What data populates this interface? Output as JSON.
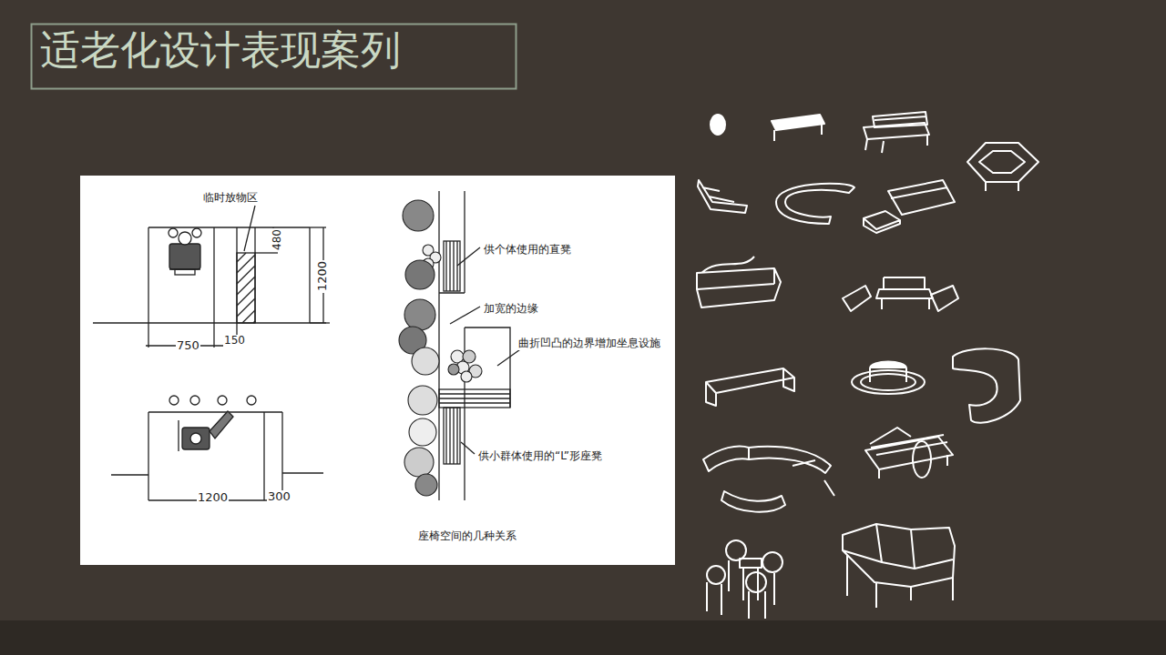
{
  "diagram": {
    "title": "适老化设计表现案列",
    "caption": "座椅空间的几种关系",
    "labels": [
      "临时放物区",
      "480",
      "1200",
      "750",
      "150",
      "1200",
      "300",
      "供个体使用的直凳",
      "加宽的边缘",
      "曲折凹凸的边界增加坐息设施",
      "供小群体使用的“L”形座凳"
    ]
  }
}
